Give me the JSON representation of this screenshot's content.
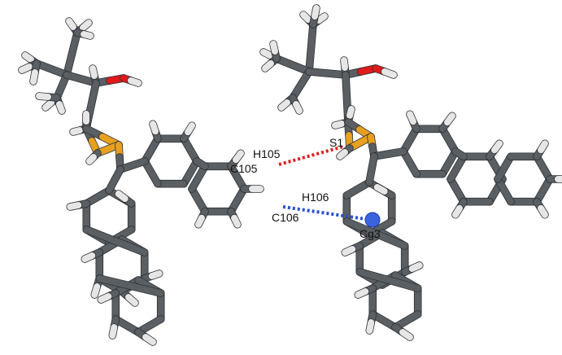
{
  "labels": {
    "h105": "H105",
    "c105": "C105",
    "h106": "H106",
    "c106": "C106",
    "s1": "S1",
    "cg3": "Cg3"
  },
  "colors": {
    "carbon": "#5a5f63",
    "hydrogen": "#e6e6e6",
    "sulfur": "#e8a020",
    "oxygen": "#e01a1a",
    "centroid": "#3a63e0",
    "contact_sh": "#e02020",
    "contact_cg": "#2a4fd0"
  }
}
